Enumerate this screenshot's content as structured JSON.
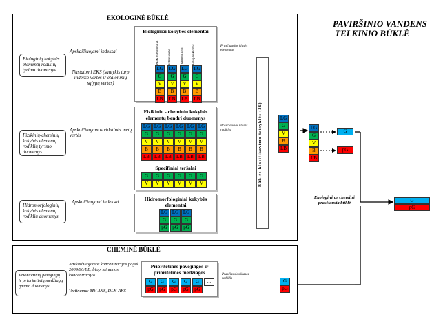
{
  "headline": {
    "line1": "PAVIRŠINIO VANDENS",
    "line2": "TELKINIO BŪKLĖ"
  },
  "ecological": {
    "tag": "EKOLOGINĖ BŪKLĖ",
    "bio_source": "Biologinių kokybės elementų rodiklių tyrimo duomenys",
    "bio_step1": "Apskaičiuojami indeksai",
    "bio_step2": "Nustatomi EKS (santykis tarp indekso vertės ir etaloninių sąlygų vertės)",
    "bio_box_title": "Biologiniai kokybės elementai",
    "bio_columns": [
      "Makrobestuburiai",
      "Ichtiofauna",
      "Vandenflora",
      "Fitoplanktonas"
    ],
    "bio_rows": [
      [
        "LG",
        "LG",
        "LG",
        "LG"
      ],
      [
        "G",
        "G",
        "G",
        "G"
      ],
      [
        "V",
        "V",
        "V",
        "V"
      ],
      [
        "B",
        "B",
        "B",
        "B"
      ],
      [
        "LB",
        "LB",
        "LB",
        "LB"
      ]
    ],
    "phys_source": "Fizikinių-cheminių kokybės elementų rodiklių tyrimo duomenys",
    "phys_step": "Apskaičiuojamos vidutinės metų vertės",
    "phys_box_title": "Fizikiniu - cheminiu kokybės elementų bendri duomenys",
    "phys_rows": [
      [
        "LG",
        "LG",
        "LG",
        "LG",
        "LG",
        "LG"
      ],
      [
        "G",
        "G",
        "G",
        "G",
        "G",
        "G"
      ],
      [
        "V",
        "V",
        "V",
        "V",
        "V",
        "V"
      ],
      [
        "B",
        "B",
        "B",
        "B",
        "B",
        "B"
      ],
      [
        "LB",
        "LB",
        "LB",
        "LB",
        "LB",
        "LB"
      ]
    ],
    "pollutants_title": "Specifiniai teršalai",
    "pollutants_rows": [
      [
        "G",
        "G",
        "G",
        "G",
        "G",
        "G"
      ],
      [
        "V",
        "V",
        "V",
        "V",
        "V",
        "V"
      ]
    ],
    "hydro_source": "Hidromorfologinių kokybės elementų rodiklių duomenys",
    "hydro_step": "Apskaičiuojami indeksai",
    "hydro_box_title": "Hidromorfologiniai kokybės elementai",
    "hydro_rows": [
      [
        "LG",
        "LG",
        "LG"
      ],
      [
        "G",
        "G",
        "G"
      ],
      [
        "pG",
        "pG",
        "pG"
      ]
    ],
    "note_bio": "Prasčiausias klasės elementas",
    "note_phys": "Prasčiausias klasės rodiklis",
    "classifier": "Būklės klasifikavimo taisyklės (36)",
    "result_col": [
      "LG",
      "G",
      "V",
      "B",
      "LB"
    ],
    "result_col2": [
      "LG",
      "G",
      "V",
      "B",
      "LB"
    ]
  },
  "chemical": {
    "tag": "CHEMINĖ BŪKLĖ",
    "source": "Prioritetinių pavojingų ir prioritetinių medžiagų tyrimo duomenys",
    "step1": "Apskaičiuojamos koncentracijos pagal 2009/90/EB, biopriеinamos koncentracijos",
    "step2": "Vertinama: MV-AKS, DLK-AKS",
    "box_title": "Prioritetinės pavojingos ir prioritetinės medžiagos",
    "rows": [
      [
        "G",
        "G",
        "G",
        "G",
        "G",
        "..."
      ],
      [
        "pG",
        "pG",
        "pG",
        "pG",
        "pG",
        ""
      ]
    ],
    "note": "Prasčiausias klasės rodiklis",
    "result": [
      "G",
      "pG"
    ]
  },
  "good_status": {
    "G": "G",
    "pG": "pG"
  },
  "final": {
    "note": "Ekologinė ar cheminė prasčiausia būklė",
    "result": [
      "G",
      "pG"
    ]
  }
}
